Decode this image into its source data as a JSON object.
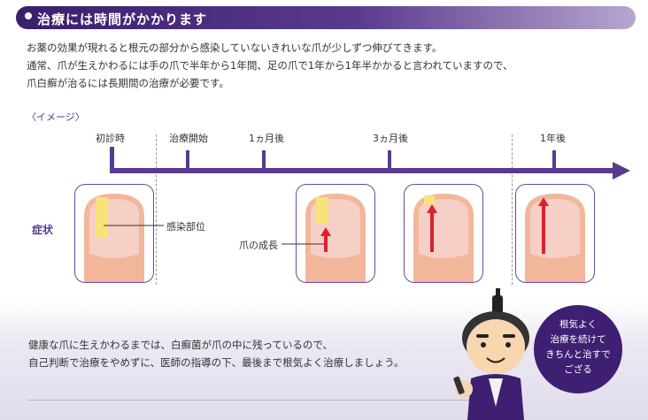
{
  "header": {
    "title": "治療には時間がかかります"
  },
  "intro": {
    "lines": [
      "お薬の効果が現れると根元の部分から感染していないきれいな爪が少しずつ伸びてきます。",
      "通常、爪が生えかわるには手の爪で半年から1年間、足の爪で1年から1年半かかると言われていますので、",
      "爪白癬が治るには長期間の治療が必要です。"
    ]
  },
  "image_label": "〈イメージ〉",
  "timeline": {
    "labels": [
      "初診時",
      "治療開始",
      "1ヵ月後",
      "3ヵ月後",
      "1年後"
    ]
  },
  "symptom_label": "症状",
  "annotations": {
    "infected_area": "感染部位",
    "nail_growth": "爪の成長"
  },
  "bottom": {
    "lines": [
      "健康な爪に生えかわるまでは、白癬菌が爪の中に残っているので、",
      "自己判断で治療をやめずに、医師の指導の下、最後まで根気よく治療しましょう。"
    ]
  },
  "bubble": {
    "lines": [
      "根気よく",
      "治療を続けて",
      "きちんと治すで",
      "ござる"
    ]
  },
  "colors": {
    "purple": "#5a3a8e",
    "dark_purple": "#3e1f72",
    "skin": "#f2b79a",
    "nail_pink": "#f4c8c4",
    "infection_yellow": "#f7e37a",
    "arrow_red": "#d9212f"
  }
}
